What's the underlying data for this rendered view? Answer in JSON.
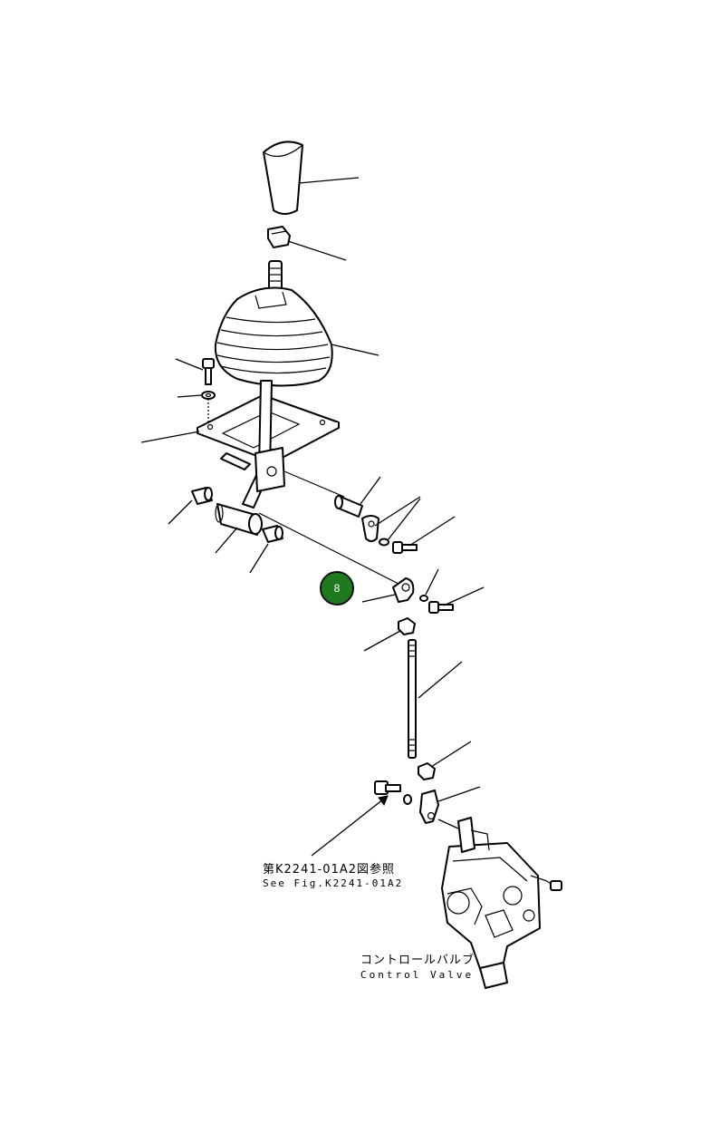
{
  "diagram": {
    "reference_note_jp": "第K2241-01A2図参照",
    "reference_note_en": "See Fig.K2241-01A2",
    "control_valve_jp": "コントロールバルブ",
    "control_valve_en": "Control Valve",
    "callout_number": "8",
    "callout_color": "#1f7a1f"
  }
}
